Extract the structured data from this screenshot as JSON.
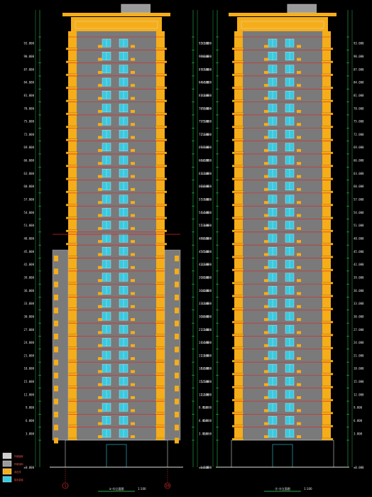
{
  "drawing": {
    "sheet_background": "#000000",
    "colors": {
      "facade_panel": "#f5ad1a",
      "wall_core": "#7a7a7a",
      "floor_line": "#e02020",
      "window_frame": "#39c9e0",
      "dim_line": "#2ee05a",
      "dim_text": "#e8e8e8",
      "roof_feature": "#9a9a9a",
      "grid_marker": "#ff3030"
    },
    "elevations": [
      {
        "id": "front-elevation",
        "title_label": "①-⑯立面图",
        "scale_label": "1:100",
        "grid_start": "1",
        "grid_end": "16",
        "has_podium_wings": true
      },
      {
        "id": "side-elevation",
        "title_label": "Ⓐ-Ⓗ立面图",
        "scale_label": "1:100",
        "has_podium_wings": false
      }
    ],
    "levels": [
      "3.000",
      "6.000",
      "9.000",
      "12.000",
      "15.000",
      "18.000",
      "21.000",
      "24.000",
      "27.000",
      "30.000",
      "33.000",
      "36.000",
      "39.000",
      "42.000",
      "45.000",
      "48.000",
      "51.000",
      "54.000",
      "57.000",
      "60.000",
      "63.000",
      "66.000",
      "69.000",
      "72.000",
      "75.000",
      "78.000",
      "81.000",
      "84.000",
      "87.000",
      "90.000",
      "93.000"
    ],
    "base_level": "±0.000",
    "legend": {
      "items": [
        {
          "swatch": "#cfcfcf",
          "label": "外墙面砖"
        },
        {
          "swatch": "#9a9a9a",
          "label": "外墙涂料"
        },
        {
          "swatch": "#f5ad1a",
          "label": "真石漆"
        },
        {
          "swatch": "#39c9e0",
          "label": "铝合金窗"
        }
      ]
    }
  }
}
